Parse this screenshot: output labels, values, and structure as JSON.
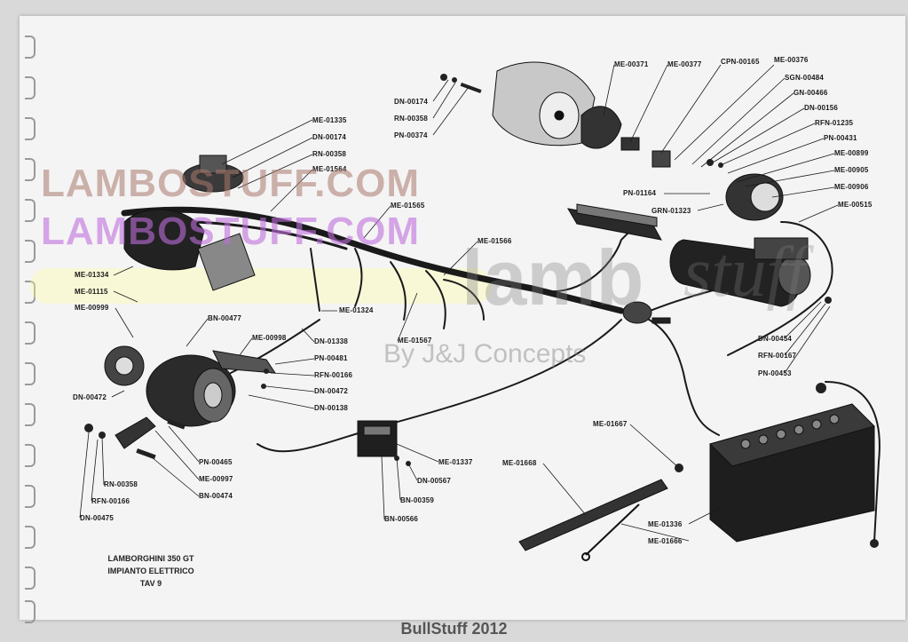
{
  "watermarks": {
    "primary": "LAMBOSTUFF.COM",
    "secondary": "LAMBOSTUFF.COM",
    "brand": "lamb",
    "brand_script": "stuff",
    "byline": "By J&J Concepts"
  },
  "caption": {
    "line1": "LAMBORGHINI 350 GT",
    "line2": "IMPIANTO ELETTRICO",
    "line3": "TAV 9"
  },
  "footer": "BullStuff 2012",
  "labels": [
    "ME-01335",
    "DN-00174",
    "RN-00358",
    "ME-01564",
    "ME-01565",
    "ME-01566",
    "ME-01334",
    "ME-01115",
    "ME-00999",
    "BN-00477",
    "ME-00998",
    "ME-01324",
    "DN-01338",
    "PN-00481",
    "RFN-00166",
    "DN-00472",
    "DN-00138",
    "ME-01567",
    "DN-00472",
    "PN-00465",
    "ME-00997",
    "BN-00474",
    "RN-00358",
    "RFN-00166",
    "DN-00475",
    "ME-01337",
    "DN-00567",
    "BN-00359",
    "BN-00566",
    "DN-00174",
    "RN-00358",
    "PN-00374",
    "ME-00371",
    "ME-00377",
    "CPN-00165",
    "ME-00376",
    "SGN-00484",
    "GN-00466",
    "DN-00156",
    "RFN-01235",
    "PN-00431",
    "ME-00899",
    "ME-00905",
    "ME-00906",
    "ME-00515",
    "PN-01164",
    "GRN-01323",
    "DN-00454",
    "RFN-00167",
    "PN-00453",
    "ME-01667",
    "ME-01668",
    "ME-01336",
    "ME-01666"
  ],
  "colors": {
    "paper": "#f4f4f4",
    "ink": "#1a1a1a",
    "watermark_brown": "#aa786e",
    "watermark_purple": "#be6edc"
  }
}
